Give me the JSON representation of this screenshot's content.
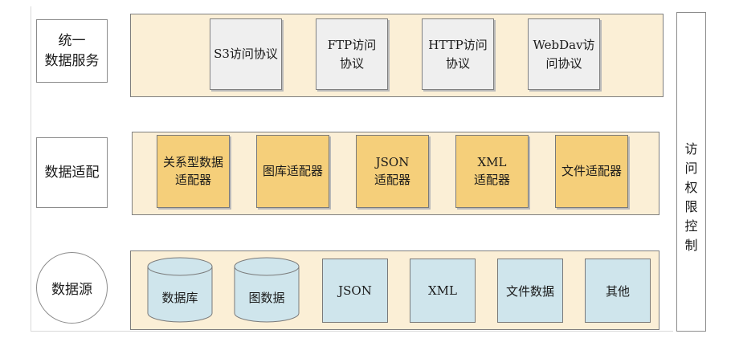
{
  "left_labels": {
    "service": "统一\n数据服务",
    "adapter": "数据适配",
    "source": "数据源"
  },
  "service_layer": {
    "boxes": [
      "S3访问协议",
      "FTP访问\n协议",
      "HTTP访问\n协议",
      "WebDav访\n问协议"
    ]
  },
  "adapter_layer": {
    "boxes": [
      "关系型数据\n适配器",
      "图库适配器",
      "JSON\n适配器",
      "XML\n适配器",
      "文件适配器"
    ]
  },
  "source_layer": {
    "cylinders": [
      "数据库",
      "图数据"
    ],
    "boxes": [
      "JSON",
      "XML",
      "文件数据",
      "其他"
    ]
  },
  "side_bar": {
    "chars": [
      "访",
      "问",
      "权",
      "限",
      "控",
      "制"
    ]
  },
  "colors": {
    "layer_fill": "#fbefd6",
    "protocol_fill": "#efefef",
    "adapter_fill": "#f5cf7a",
    "source_fill": "#cfe5ec"
  }
}
